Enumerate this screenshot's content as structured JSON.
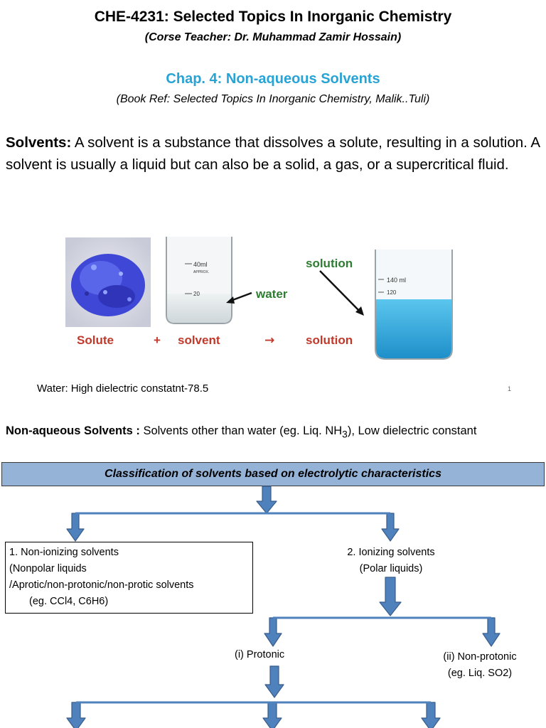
{
  "header": {
    "course_title": "CHE-4231: Selected Topics In Inorganic Chemistry",
    "teacher": "(Corse Teacher: Dr. Muhammad Zamir Hossain)",
    "chapter": "Chap. 4: Non-aqueous Solvents",
    "book_ref": "(Book Ref: Selected Topics In Inorganic Chemistry, Malik..Tuli)"
  },
  "solvents_def": {
    "term": "Solvents:",
    "text": " A solvent is a substance that dissolves a solute, resulting in a solution. A solvent is usually a liquid but can also be a solid, a gas, or a supercritical fluid."
  },
  "figure": {
    "beaker_left_marks": [
      "40ml",
      "APPROX.",
      "20"
    ],
    "beaker_right_marks": [
      "140 ml",
      "120"
    ],
    "water_label": "water",
    "solution_label": "solution",
    "equation": {
      "solute": "Solute",
      "plus": "+",
      "solvent": "solvent",
      "arrow": "→",
      "product": "solution"
    }
  },
  "water_note": "Water: High dielectric constatnt-78.5",
  "page_number": "1",
  "non_aqueous": {
    "term": "Non-aqueous Solvents :",
    "text_before": " Solvents other than water (eg. Liq. NH",
    "subscript": "3",
    "text_after": "), Low dielectric constant"
  },
  "classification": {
    "title": "Classification of solvents based on electrolytic characteristics",
    "non_ionizing": [
      "1. Non-ionizing solvents",
      "(Nonpolar liquids",
      "/Aprotic/non-protonic/non-protic solvents",
      "(eg. CCl4, C6H6)"
    ],
    "ionizing": [
      "2. Ionizing solvents",
      "(Polar liquids)"
    ],
    "protonic": "(i) Protonic",
    "non_protonic": [
      "(ii) Non-protonic",
      "(eg. Liq. SO2)"
    ]
  },
  "colors": {
    "chapter_blue": "#27a3d6",
    "box_fill": "#95b3d7",
    "arrow_fill": "#4f81bd",
    "arrow_stroke": "#385d8a",
    "equation_red": "#c0392b",
    "solution_green": "#2e7d32"
  }
}
